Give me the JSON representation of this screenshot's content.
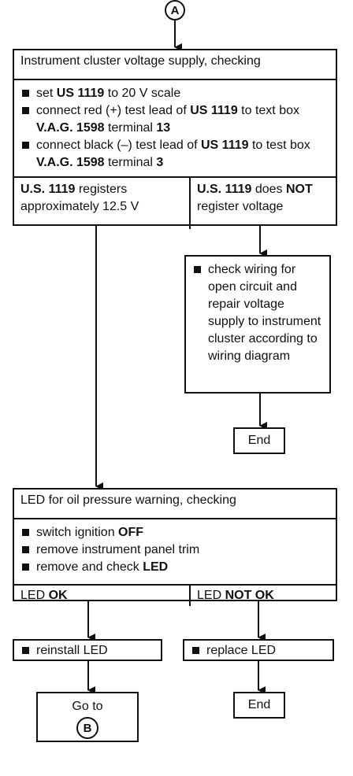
{
  "connector_top": "A",
  "box1": {
    "title": "Instrument cluster voltage supply, checking",
    "steps": [
      [
        {
          "t": "set "
        },
        {
          "t": "US 1119",
          "b": true
        },
        {
          "t": " to 20 V scale"
        }
      ],
      [
        {
          "t": "connect red (+) test lead of "
        },
        {
          "t": "US 1119",
          "b": true
        },
        {
          "t": " to text box "
        },
        {
          "t": "V.A.G. 1598",
          "b": true
        },
        {
          "t": " terminal "
        },
        {
          "t": "13",
          "b": true
        }
      ],
      [
        {
          "t": "connect black (–) test lead of "
        },
        {
          "t": "US 1119",
          "b": true
        },
        {
          "t": " to test box "
        },
        {
          "t": "V.A.G. 1598",
          "b": true
        },
        {
          "t": " terminal "
        },
        {
          "t": "3",
          "b": true
        }
      ]
    ],
    "left_result": [
      {
        "t": "U.S. 1119",
        "b": true
      },
      {
        "t": " registers approximately 12.5 V"
      }
    ],
    "right_result": [
      {
        "t": "U.S. 1119",
        "b": true
      },
      {
        "t": " does "
      },
      {
        "t": "NOT",
        "b": true
      },
      {
        "t": " register voltage"
      }
    ]
  },
  "box_wiring": {
    "text": "check wiring for open circuit and repair voltage supply to instrument cluster according to wiring diagram"
  },
  "end_label_1": "End",
  "box2": {
    "title": "LED for oil pressure warning, checking",
    "steps": [
      [
        {
          "t": "switch ignition "
        },
        {
          "t": "OFF",
          "b": true
        }
      ],
      [
        {
          "t": "remove instrument panel trim"
        }
      ],
      [
        {
          "t": "remove and check "
        },
        {
          "t": "LED",
          "b": true
        }
      ]
    ],
    "left_result": [
      {
        "t": "LED "
      },
      {
        "t": "OK",
        "b": true
      }
    ],
    "right_result": [
      {
        "t": "LED "
      },
      {
        "t": "NOT OK",
        "b": true
      }
    ]
  },
  "reinstall": "reinstall LED",
  "replace": "replace LED",
  "goto_label": "Go to",
  "connector_bottom": "B",
  "end_label_2": "End"
}
